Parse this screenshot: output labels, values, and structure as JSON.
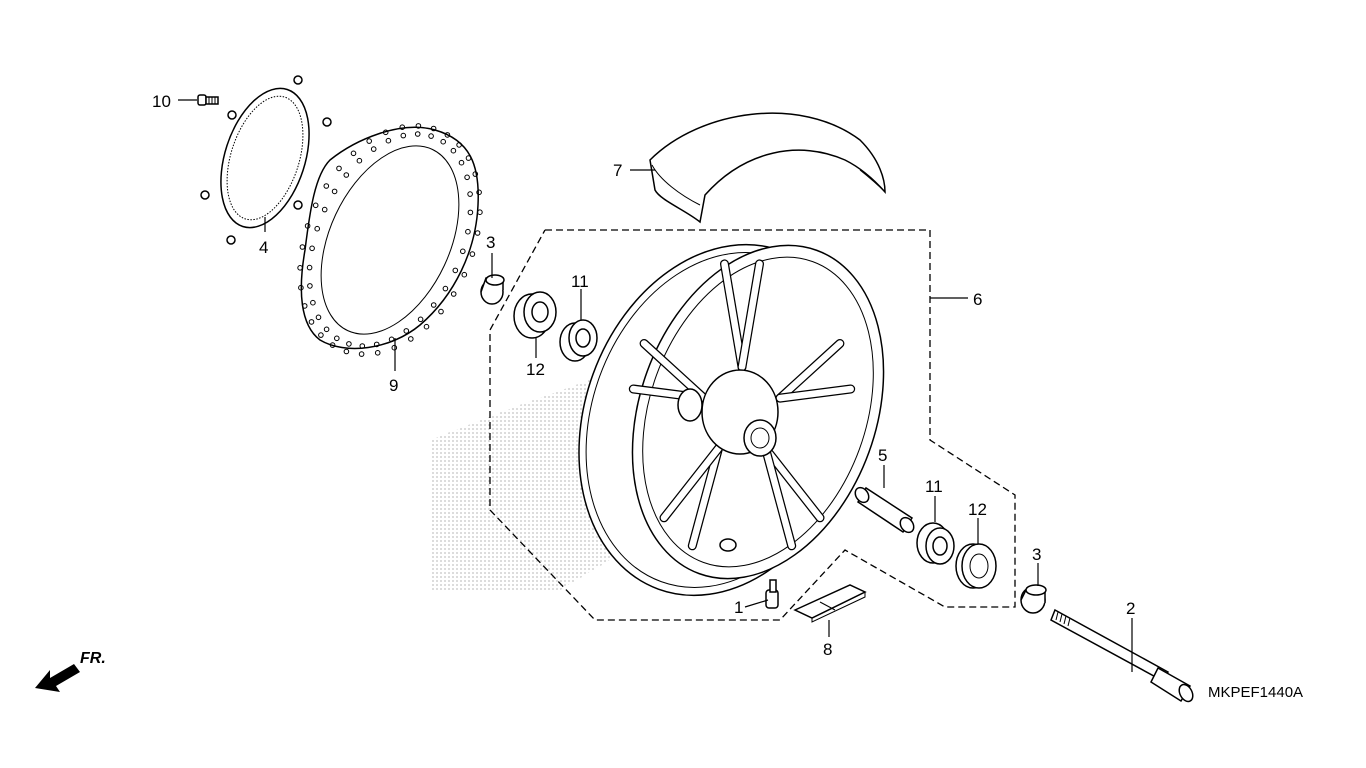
{
  "diagram": {
    "code": "MKPEF1440A",
    "direction_label": "FR.",
    "callouts": [
      {
        "id": "c1",
        "label": "1"
      },
      {
        "id": "c2",
        "label": "2"
      },
      {
        "id": "c3a",
        "label": "3"
      },
      {
        "id": "c3b",
        "label": "3"
      },
      {
        "id": "c4",
        "label": "4"
      },
      {
        "id": "c5",
        "label": "5"
      },
      {
        "id": "c6",
        "label": "6"
      },
      {
        "id": "c7",
        "label": "7"
      },
      {
        "id": "c8",
        "label": "8"
      },
      {
        "id": "c9",
        "label": "9"
      },
      {
        "id": "c10",
        "label": "10"
      },
      {
        "id": "c11a",
        "label": "11"
      },
      {
        "id": "c11b",
        "label": "11"
      },
      {
        "id": "c12a",
        "label": "12"
      },
      {
        "id": "c12b",
        "label": "12"
      }
    ],
    "parts": [
      {
        "number": "1",
        "icon": "valve-stem-icon"
      },
      {
        "number": "2",
        "icon": "axle-icon"
      },
      {
        "number": "3",
        "icon": "collar-icon"
      },
      {
        "number": "4",
        "icon": "pulser-ring-icon"
      },
      {
        "number": "5",
        "icon": "spacer-icon"
      },
      {
        "number": "6",
        "icon": "wheel-icon"
      },
      {
        "number": "7",
        "icon": "tire-icon"
      },
      {
        "number": "8",
        "icon": "balance-weight-icon"
      },
      {
        "number": "9",
        "icon": "brake-disc-icon"
      },
      {
        "number": "10",
        "icon": "bolt-icon"
      },
      {
        "number": "11",
        "icon": "dust-seal-icon"
      },
      {
        "number": "12",
        "icon": "bearing-icon"
      }
    ]
  }
}
